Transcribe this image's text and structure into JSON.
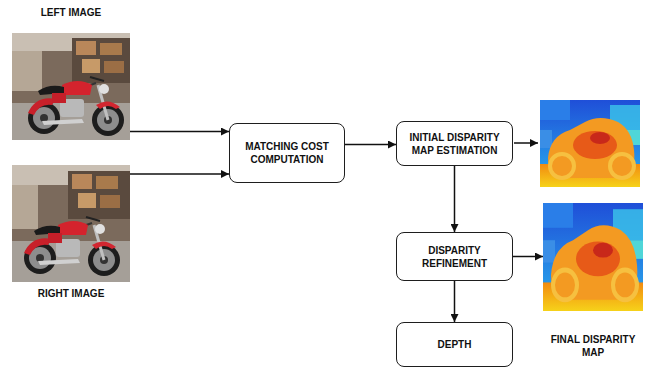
{
  "diagram": {
    "nodes": [
      {
        "text": [
          "LEFT IMAGE"
        ]
      },
      {
        "text": [
          "RIGHT IMAGE"
        ]
      },
      {
        "text": [
          "MATCHING COST COMPUTATION"
        ]
      },
      {
        "text": [
          "INITIAL DISPARITY MAP ESTIMATION"
        ]
      },
      {
        "text": [
          "DISPARITY REFINEMENT"
        ]
      },
      {
        "text": [
          "DEPTH"
        ]
      },
      {
        "text": [
          "FINAL DISPARITY MAP"
        ]
      }
    ],
    "edges": [
      {
        "from": 0,
        "to": 2,
        "arrow": "to"
      },
      {
        "from": 1,
        "to": 2,
        "arrow": "to"
      },
      {
        "from": 2,
        "to": 3,
        "arrow": "to"
      },
      {
        "from": 3,
        "to": 4,
        "arrow": "to"
      },
      {
        "from": 4,
        "to": 6,
        "arrow": "to"
      },
      {
        "from": 4,
        "to": 5,
        "arrow": "to"
      }
    ]
  }
}
